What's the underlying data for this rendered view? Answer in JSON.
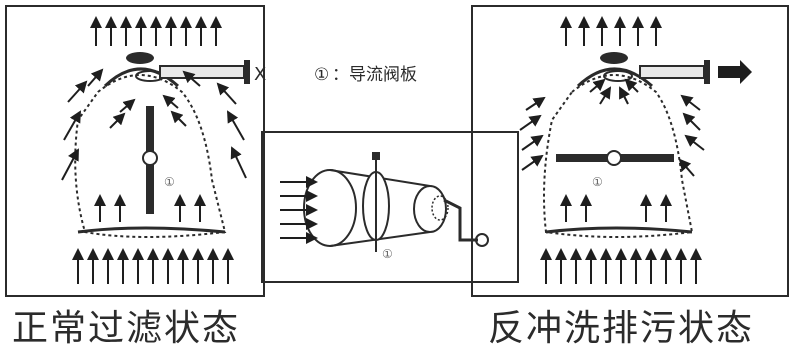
{
  "legend": {
    "marker": "①",
    "text": "：导流阀板"
  },
  "left_panel": {
    "caption": "正常过滤状态",
    "valve_marker": "①",
    "outlet_mark": "X"
  },
  "middle_panel": {
    "valve_marker": "①"
  },
  "right_panel": {
    "caption": "反冲洗排污状态",
    "valve_marker": "①"
  },
  "colors": {
    "line": "#2b2b2b",
    "arrow": "#1e1e1e",
    "background": "#ffffff"
  },
  "icons": {
    "flow_arrow": "arrow-icon",
    "valve": "valve-icon",
    "crank": "crank-icon"
  }
}
